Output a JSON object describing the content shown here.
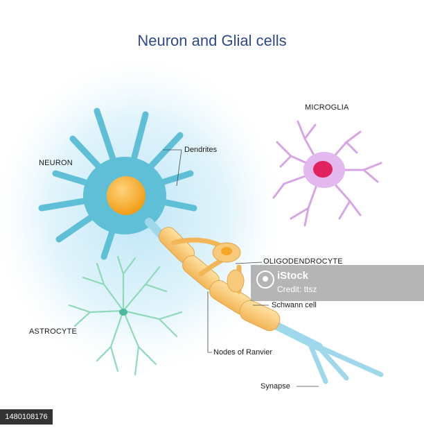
{
  "title": "Neuron and Glial cells",
  "labels": {
    "neuron": "NEURON",
    "dendrites": "Dendrites",
    "microglia": "MICROGLIA",
    "oligodendrocyte": "OLIGODENDROCYTE",
    "schwann": "Schwann cell",
    "astrocyte": "ASTROCYTE",
    "nodes": "Nodes of Ranvier",
    "synapse": "Synapse"
  },
  "watermark": {
    "brand": "iStock",
    "credit": "Credit: ttsz"
  },
  "stock_id": "1480108176",
  "colors": {
    "title": "#2f4a8a",
    "neuron": "#5fbfd6",
    "nucleus": "#f5a623",
    "myelin": "#f7c97a",
    "astrocyte": "#8ed9b8",
    "microglia": "#d7a4e6",
    "microglia_nucleus": "#e0225e"
  }
}
